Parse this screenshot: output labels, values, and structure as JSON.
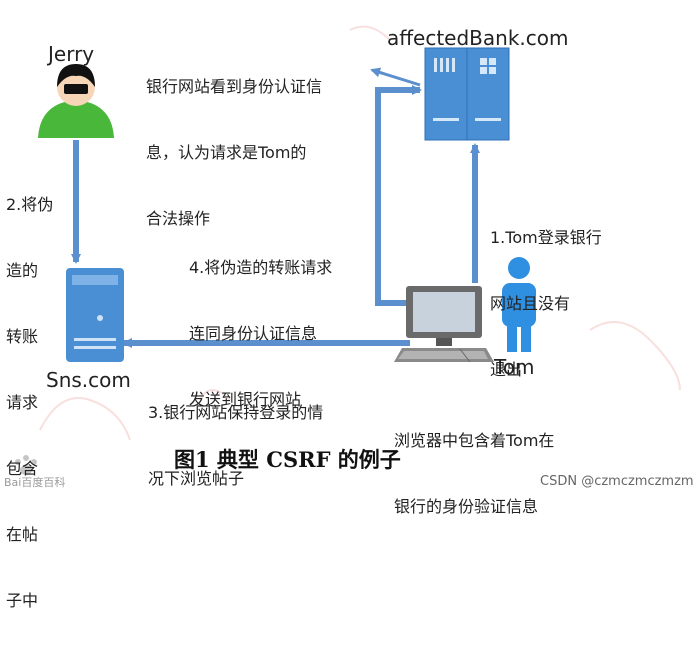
{
  "nodes": {
    "jerry": {
      "name": "Jerry"
    },
    "bank": {
      "name": "affectedBank.com"
    },
    "sns": {
      "name": "Sns.com"
    },
    "tom": {
      "name": "Tom"
    }
  },
  "annotations": {
    "bank_sees": [
      "银行网站看到身份认证信",
      "息，认为请求是Tom的",
      "合法操作"
    ],
    "step1": [
      "1.Tom登录银行",
      "网站且没有",
      "退出"
    ],
    "step2": [
      "2.将伪",
      "造的",
      "转账",
      "请求",
      "包含",
      "在帖",
      "子中"
    ],
    "step3": [
      "3.银行网站保持登录的情",
      "况下浏览帖子"
    ],
    "step4": [
      "4.将伪造的转账请求",
      "连同身份认证信息",
      "发送到银行网站"
    ],
    "browser": [
      "浏览器中包含着Tom在",
      "银行的身份验证信息"
    ]
  },
  "caption": "图1   典型 CSRF 的例子",
  "watermark": {
    "brand": "Bai百度百科",
    "credit": "CSDN @czmczmczmzm"
  },
  "colors": {
    "arrow": "#5b8fcd",
    "server": "#4a8fd4",
    "person_green": "#49b83a",
    "person_blue": "#2f8fe0",
    "face": "#f7d6b8"
  }
}
